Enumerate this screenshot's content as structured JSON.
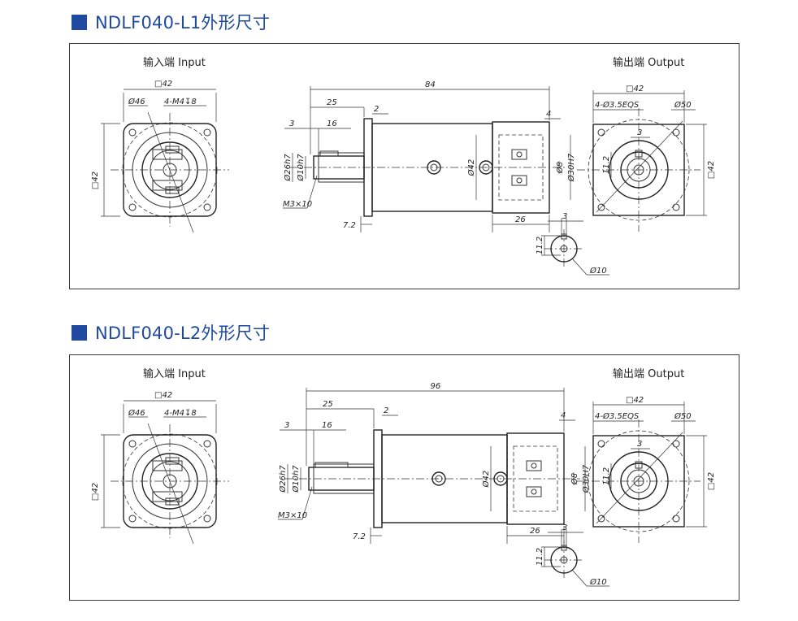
{
  "sections": [
    {
      "title": "NDLF040-L1外形尺寸",
      "input_label": "输入端 Input",
      "output_label": "输出端 Output",
      "input_dims": {
        "square": "□42",
        "side": "□42",
        "pcd": "Ø46",
        "holes": "4-M4↧8"
      },
      "side_dims": {
        "total": "84",
        "d25": "25",
        "d2": "2",
        "d4": "4",
        "d3": "3",
        "d16": "16",
        "d26h7": "Ø26h7",
        "d10h7": "Ø10h7",
        "m3": "M3×10",
        "d42": "Ø42",
        "d8": "Ø8",
        "d30h7": "Ø30H7",
        "d72": "7.2",
        "d26": "26"
      },
      "output_dims": {
        "square": "□42",
        "side": "□42",
        "holes": "4-Ø3.5EQS",
        "pcd": "Ø50",
        "key": "3",
        "keyh": "11.2"
      },
      "detail_dims": {
        "key": "3",
        "keyh": "11.2",
        "d": "Ø10"
      }
    },
    {
      "title": "NDLF040-L2外形尺寸",
      "input_label": "输入端 Input",
      "output_label": "输出端 Output",
      "input_dims": {
        "square": "□42",
        "side": "□42",
        "pcd": "Ø46",
        "holes": "4-M4↧8"
      },
      "side_dims": {
        "total": "96",
        "d25": "25",
        "d2": "2",
        "d4": "4",
        "d3": "3",
        "d16": "16",
        "d26h7": "Ø26h7",
        "d10h7": "Ø10h7",
        "m3": "M3×10",
        "d42": "Ø42",
        "d8": "Ø8",
        "d30h7": "Ø30H7",
        "d72": "7.2",
        "d26": "26"
      },
      "output_dims": {
        "square": "□42",
        "side": "□42",
        "holes": "4-Ø3.5EQS",
        "pcd": "Ø50",
        "key": "3",
        "keyh": "11.2"
      },
      "detail_dims": {
        "key": "3",
        "keyh": "11.2",
        "d": "Ø10"
      }
    }
  ],
  "colors": {
    "accent": "#1f4aa0",
    "line": "#333333"
  }
}
